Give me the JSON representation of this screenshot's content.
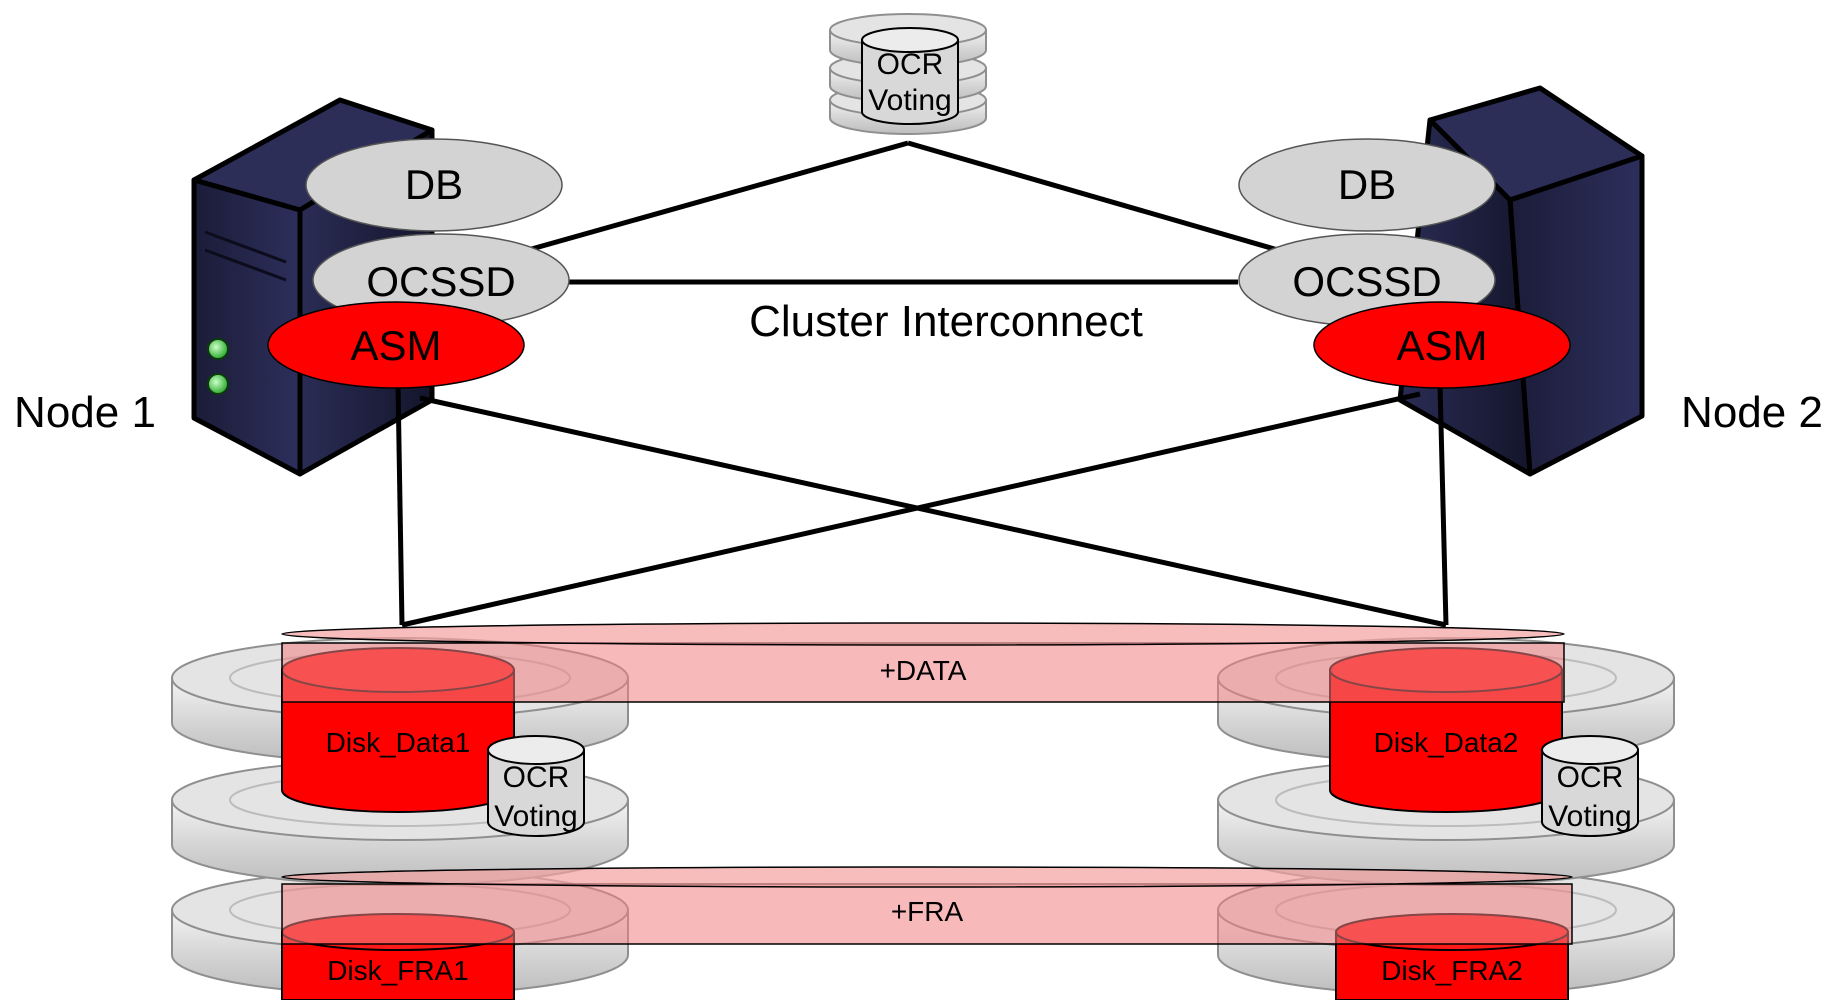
{
  "labels": {
    "node1": "Node 1",
    "node2": "Node 2",
    "interconnect": "Cluster Interconnect",
    "db": "DB",
    "ocssd": "OCSSD",
    "asm": "ASM",
    "ocr": "OCR",
    "voting": "Voting",
    "diskgroup_data": "+DATA",
    "diskgroup_fra": "+FRA",
    "disk_data1": "Disk_Data1",
    "disk_data2": "Disk_Data2",
    "disk_fra1": "Disk_FRA1",
    "disk_fra2": "Disk_FRA2"
  },
  "colors": {
    "asm_red": "#ff0000",
    "process_gray": "#d3d3d3",
    "server_dark": "#1e1f3a",
    "led_green": "#4cd64c",
    "diskgroup_band": "#f28c8c",
    "disk_platter": "#dedede"
  }
}
